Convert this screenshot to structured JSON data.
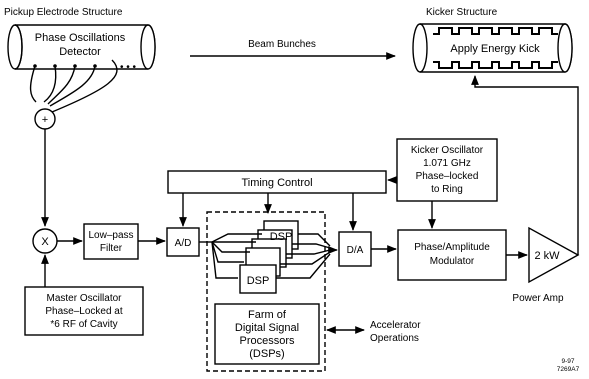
{
  "diagram": {
    "pickup_title": "Pickup Electrode Structure",
    "detector_line1": "Phase Oscillations",
    "detector_line2": "Detector",
    "detector_dots": "• • •",
    "beam_label": "Beam Bunches",
    "kicker_title": "Kicker Structure",
    "kicker_label": "Apply Energy Kick",
    "sum_symbol": "+",
    "mixer_symbol": "X",
    "lowpass_line1": "Low–pass",
    "lowpass_line2": "Filter",
    "adc_label": "A/D",
    "dac_label": "D/A",
    "timing_label": "Timing Control",
    "dsp_label": "DSP",
    "farm_line1": "Farm of",
    "farm_line2": "Digital Signal",
    "farm_line3": "Processors",
    "farm_line4": "(DSPs)",
    "accel_line1": "Accelerator",
    "accel_line2": "Operations",
    "kosc_line1": "Kicker Oscillator",
    "kosc_line2": "1.071 GHz",
    "kosc_line3": "Phase–locked",
    "kosc_line4": "to Ring",
    "modulator_line1": "Phase/Amplitude",
    "modulator_line2": "Modulator",
    "amp_label": "2 kW",
    "power_amp_label": "Power Amp",
    "master_line1": "Master Oscillator",
    "master_line2": "Phase–Locked at",
    "master_line3": "*6 RF of Cavity",
    "figure_id_line1": "9-97",
    "figure_id_line2": "7269A7"
  }
}
